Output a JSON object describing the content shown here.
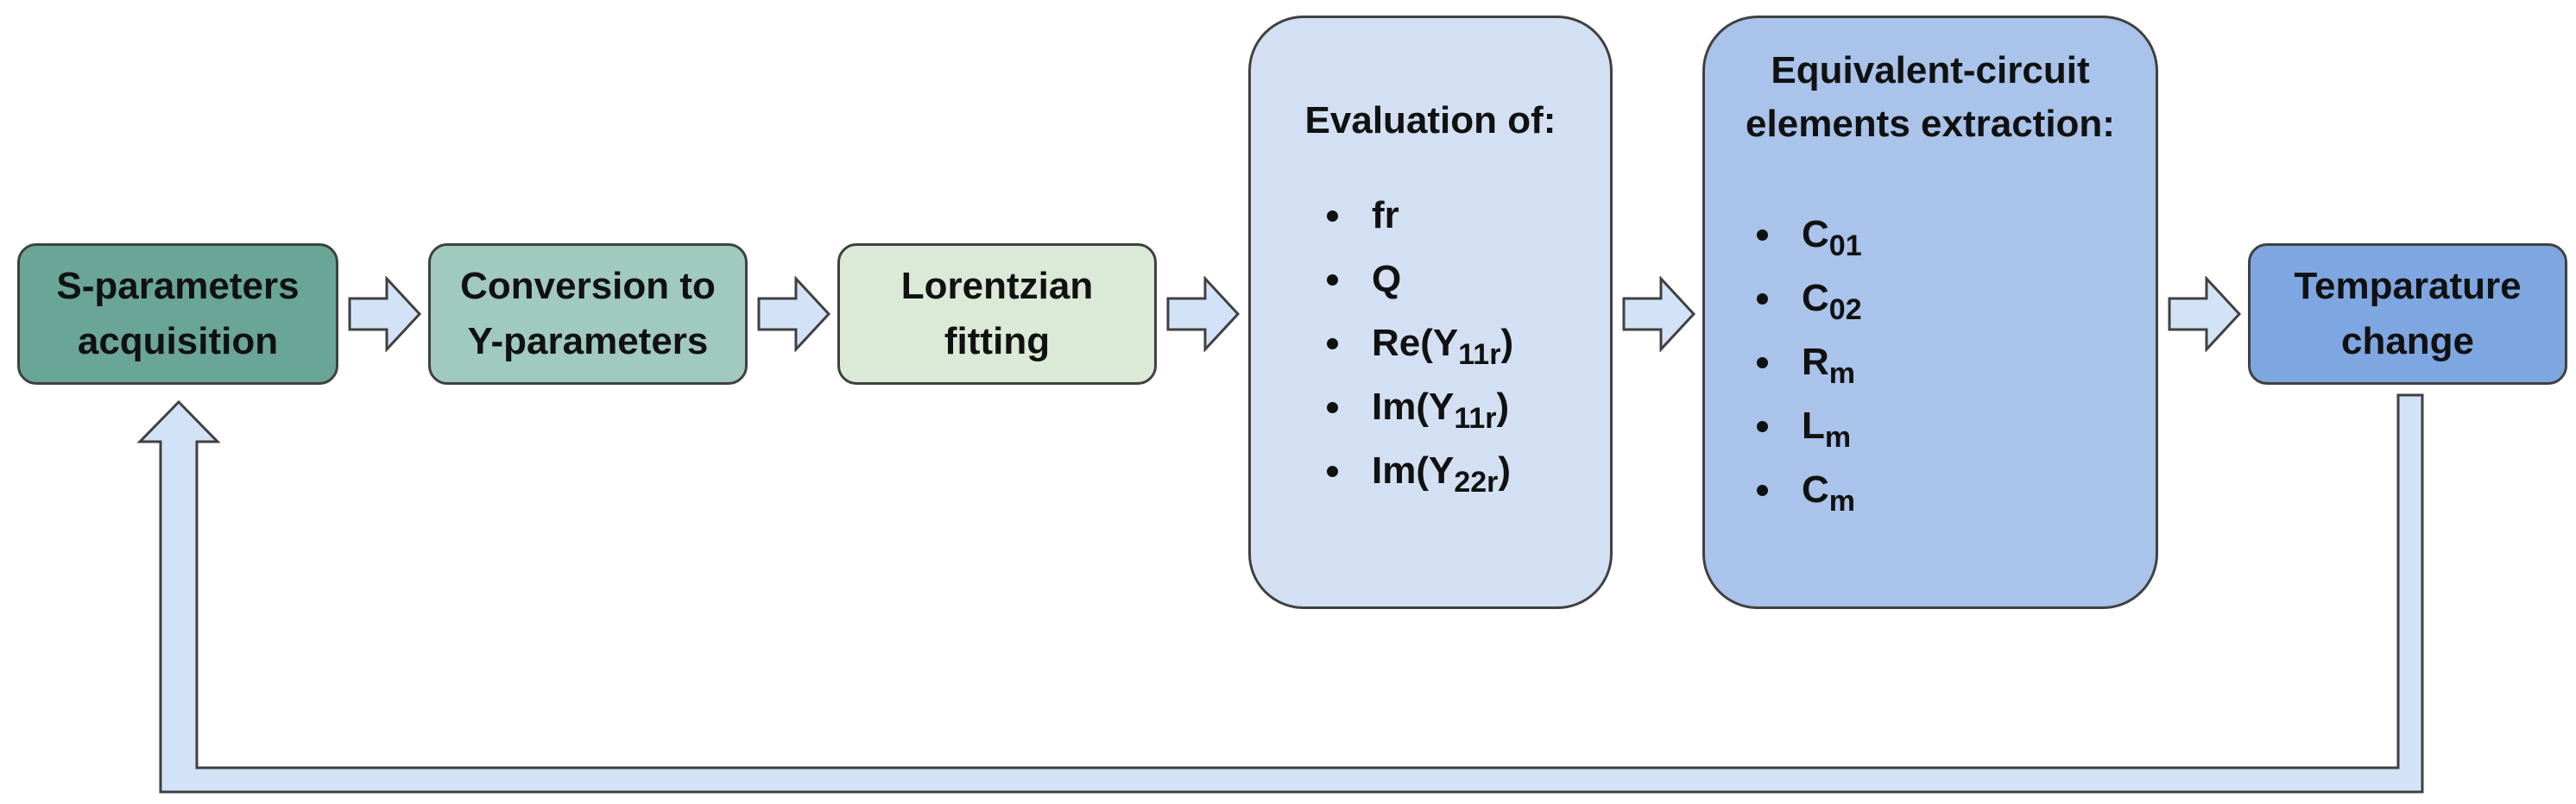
{
  "colors": {
    "outline": "#404040",
    "arrow_fill": "#d3e3f7",
    "s_params": "#6aa697",
    "conversion": "#a1cabf",
    "lorentzian": "#daead6",
    "evaluation": "#d3e0f3",
    "extraction": "#a9c3ea",
    "temperature": "#7ea6e0"
  },
  "boxes": {
    "s_params": {
      "label": "S-parameters\nacquisition"
    },
    "conversion": {
      "label": "Conversion to\nY-parameters"
    },
    "lorentzian": {
      "label": "Lorentzian\nfitting"
    },
    "evaluation": {
      "title": "Evaluation of:",
      "items": [
        {
          "main": "fr",
          "sub": "",
          "suffix": ""
        },
        {
          "main": "Q",
          "sub": "",
          "suffix": ""
        },
        {
          "main": "Re(Y",
          "sub": "11r",
          "suffix": ")"
        },
        {
          "main": "Im(Y",
          "sub": "11r",
          "suffix": ")"
        },
        {
          "main": "Im(Y",
          "sub": "22r",
          "suffix": ")"
        }
      ]
    },
    "extraction": {
      "title": "Equivalent-circuit\nelements extraction:",
      "items": [
        {
          "main": "C",
          "sub": "01",
          "suffix": ""
        },
        {
          "main": "C",
          "sub": "02",
          "suffix": ""
        },
        {
          "main": "R",
          "sub": "m",
          "suffix": ""
        },
        {
          "main": "L",
          "sub": "m",
          "suffix": ""
        },
        {
          "main": "C",
          "sub": "m",
          "suffix": ""
        }
      ]
    },
    "temperature": {
      "label": "Temparature\nchange"
    }
  }
}
